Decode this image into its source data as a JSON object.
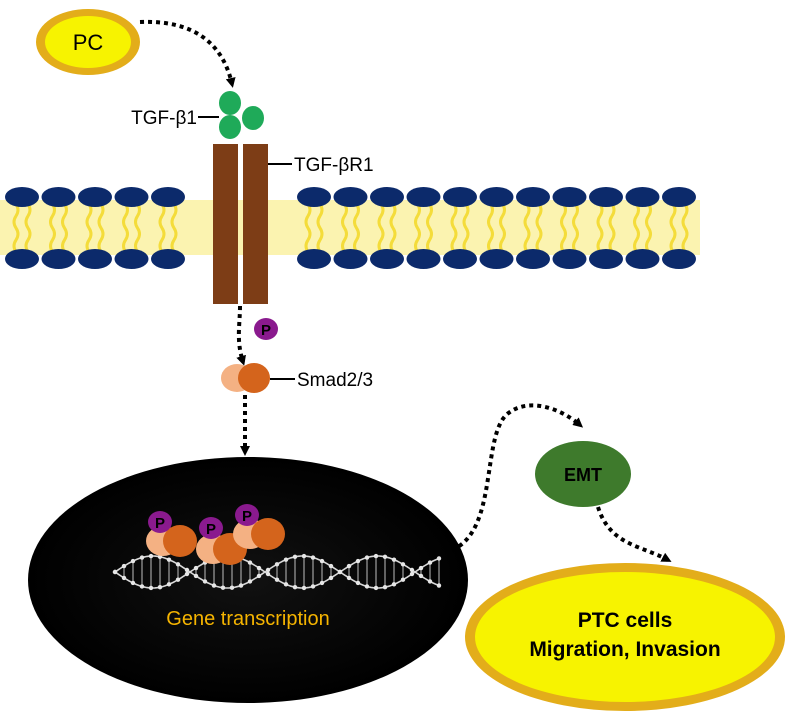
{
  "labels": {
    "pc": "PC",
    "tgfb1": "TGF-β1",
    "tgfbr1": "TGF-βR1",
    "phospho": "P",
    "smad": "Smad2/3",
    "gene_transcription": "Gene transcription",
    "emt": "EMT",
    "ptc_line1": "PTC cells",
    "ptc_line2": "Migration, Invasion"
  },
  "colors": {
    "yellow": "#f7f300",
    "yellow_border": "#e3ad1a",
    "ligand_green": "#1faa59",
    "receptor_brown": "#7d3d16",
    "lipid_head": "#0c2a6b",
    "lipid_tail": "#f4dc3a",
    "phospho_purple": "#8a1a8e",
    "smad_light": "#f4b183",
    "smad_dark": "#d4641c",
    "nucleus_black": "#000000",
    "emt_green": "#3e7a2c",
    "gene_text": "#f5b400",
    "arrow": "#000000"
  }
}
